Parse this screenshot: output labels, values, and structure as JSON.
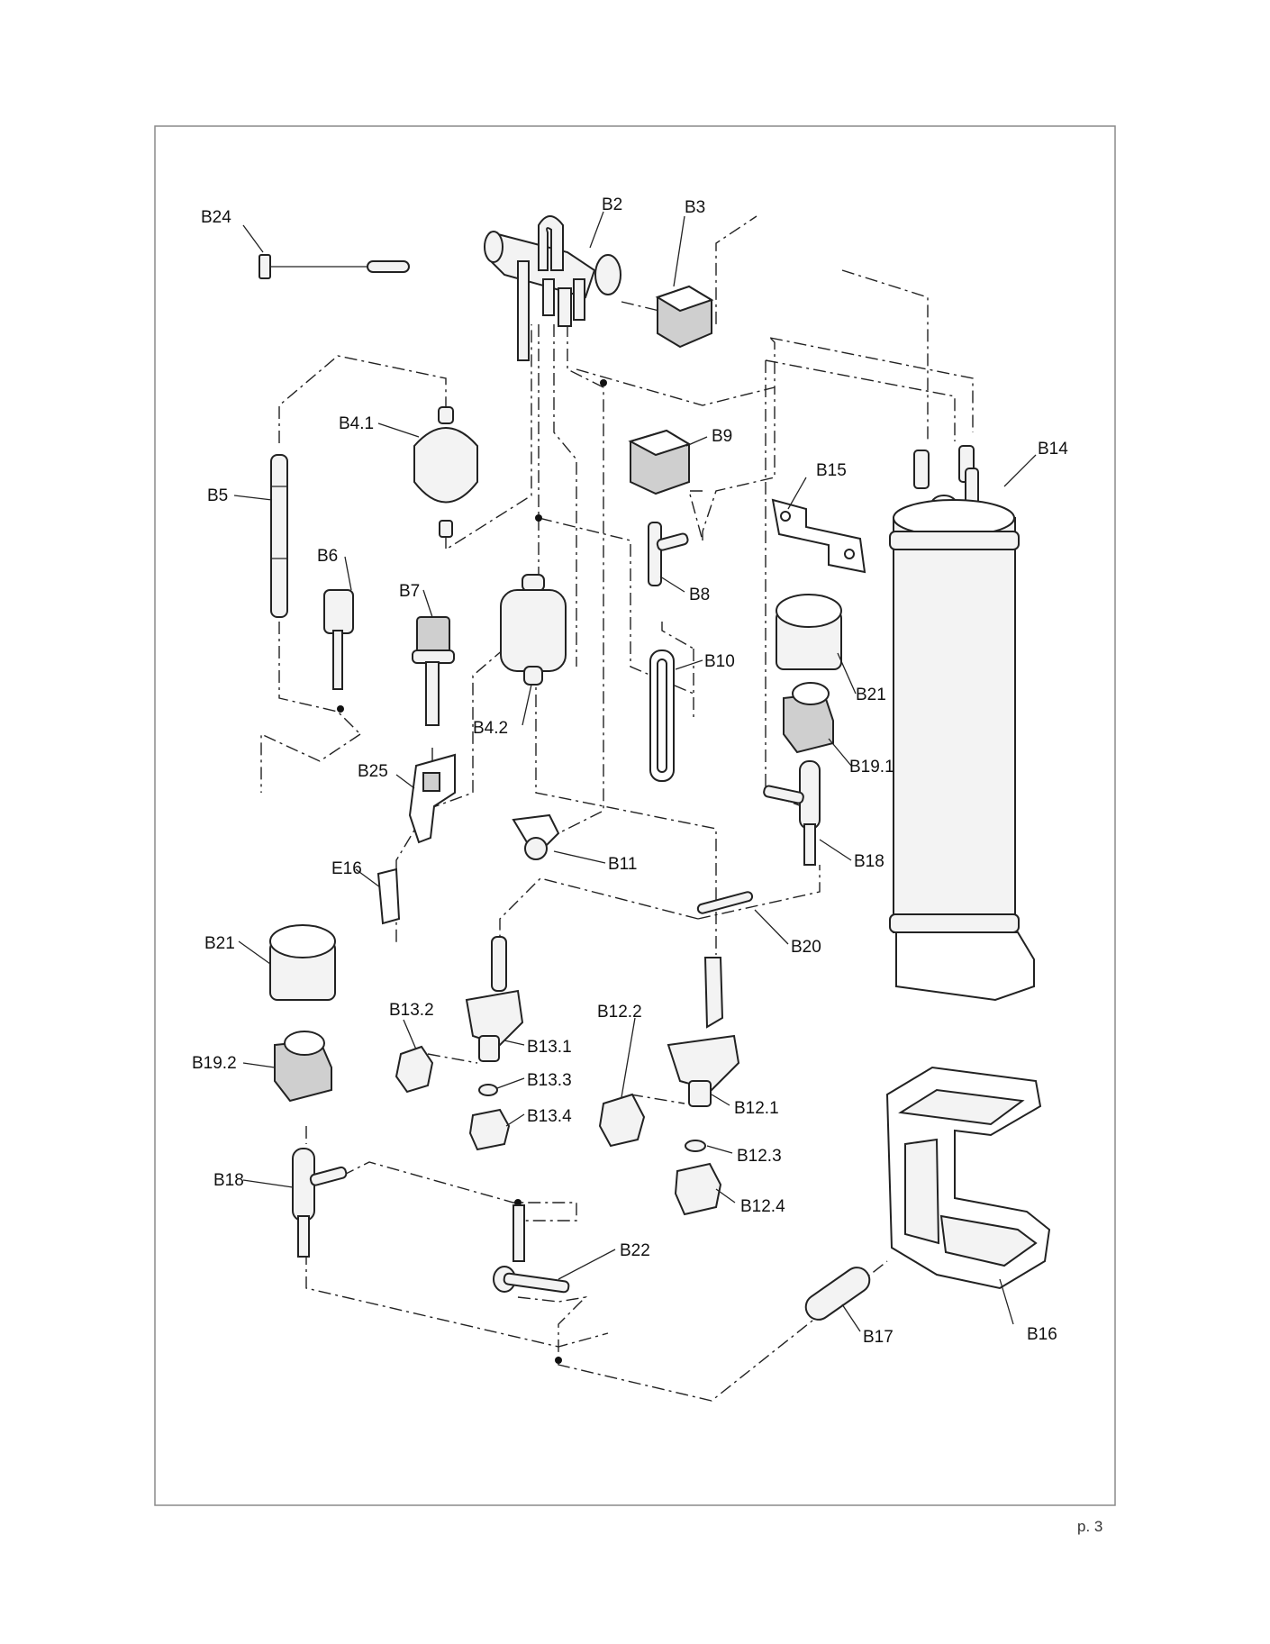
{
  "labels": {
    "B24": "B24",
    "B2": "B2",
    "B3": "B3",
    "B4_1": "B4.1",
    "B9": "B9",
    "B14": "B14",
    "B5": "B5",
    "B15": "B15",
    "B6": "B6",
    "B7": "B7",
    "B8": "B8",
    "B10": "B10",
    "B21_top": "B21",
    "B4_2": "B4.2",
    "B19_1": "B19.1",
    "B25": "B25",
    "B11": "B11",
    "B18_top": "B18",
    "E16": "E16",
    "B20": "B20",
    "B21_bottom": "B21",
    "B13_2": "B13.2",
    "B12_2": "B12.2",
    "B13_1": "B13.1",
    "B19_2": "B19.2",
    "B13_3": "B13.3",
    "B12_1": "B12.1",
    "B13_4": "B13.4",
    "B12_3": "B12.3",
    "B18_bottom": "B18",
    "B12_4": "B12.4",
    "B22": "B22",
    "B16": "B16",
    "B17": "B17"
  },
  "page_number": "p. 3"
}
